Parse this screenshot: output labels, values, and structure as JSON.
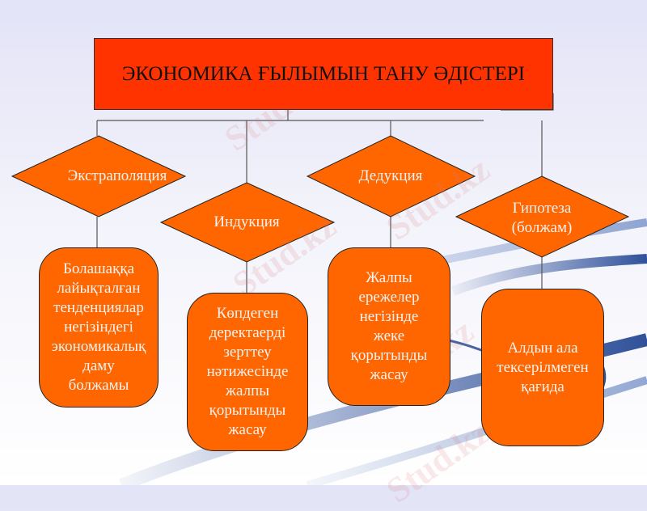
{
  "slide": {
    "title": "ЭКОНОМИКА ҒЫЛЫМЫН ТАНУ ӘДІСТЕРІ",
    "colors": {
      "title_fill": "#ff3300",
      "shape_fill": "#ff6600",
      "text_light": "#f3f3f3",
      "connector": "#555555",
      "swoosh": "#1a3f8f"
    },
    "methods": [
      {
        "name": "Экстраполяция",
        "description": "Болашаққа\nлайықталған\nтенденциялар\nнегізіндегі\nэкономикалық\nдаму\nболжамы"
      },
      {
        "name": "Индукция",
        "description": "Көпдеген\nдеректаерді\nзерттеу\nнәтижесінде\nжалпы\nқорытынды\nжасау"
      },
      {
        "name": "Дедукция",
        "description": "Жалпы\nережелер\nнегізінде\nжеке\nқорытынды\nжасау"
      },
      {
        "name": "Гипотеза\n(болжам)",
        "description": "Алдын ала\nтексерілмеген\nқағида"
      }
    ],
    "watermark": "Stud.kz"
  }
}
